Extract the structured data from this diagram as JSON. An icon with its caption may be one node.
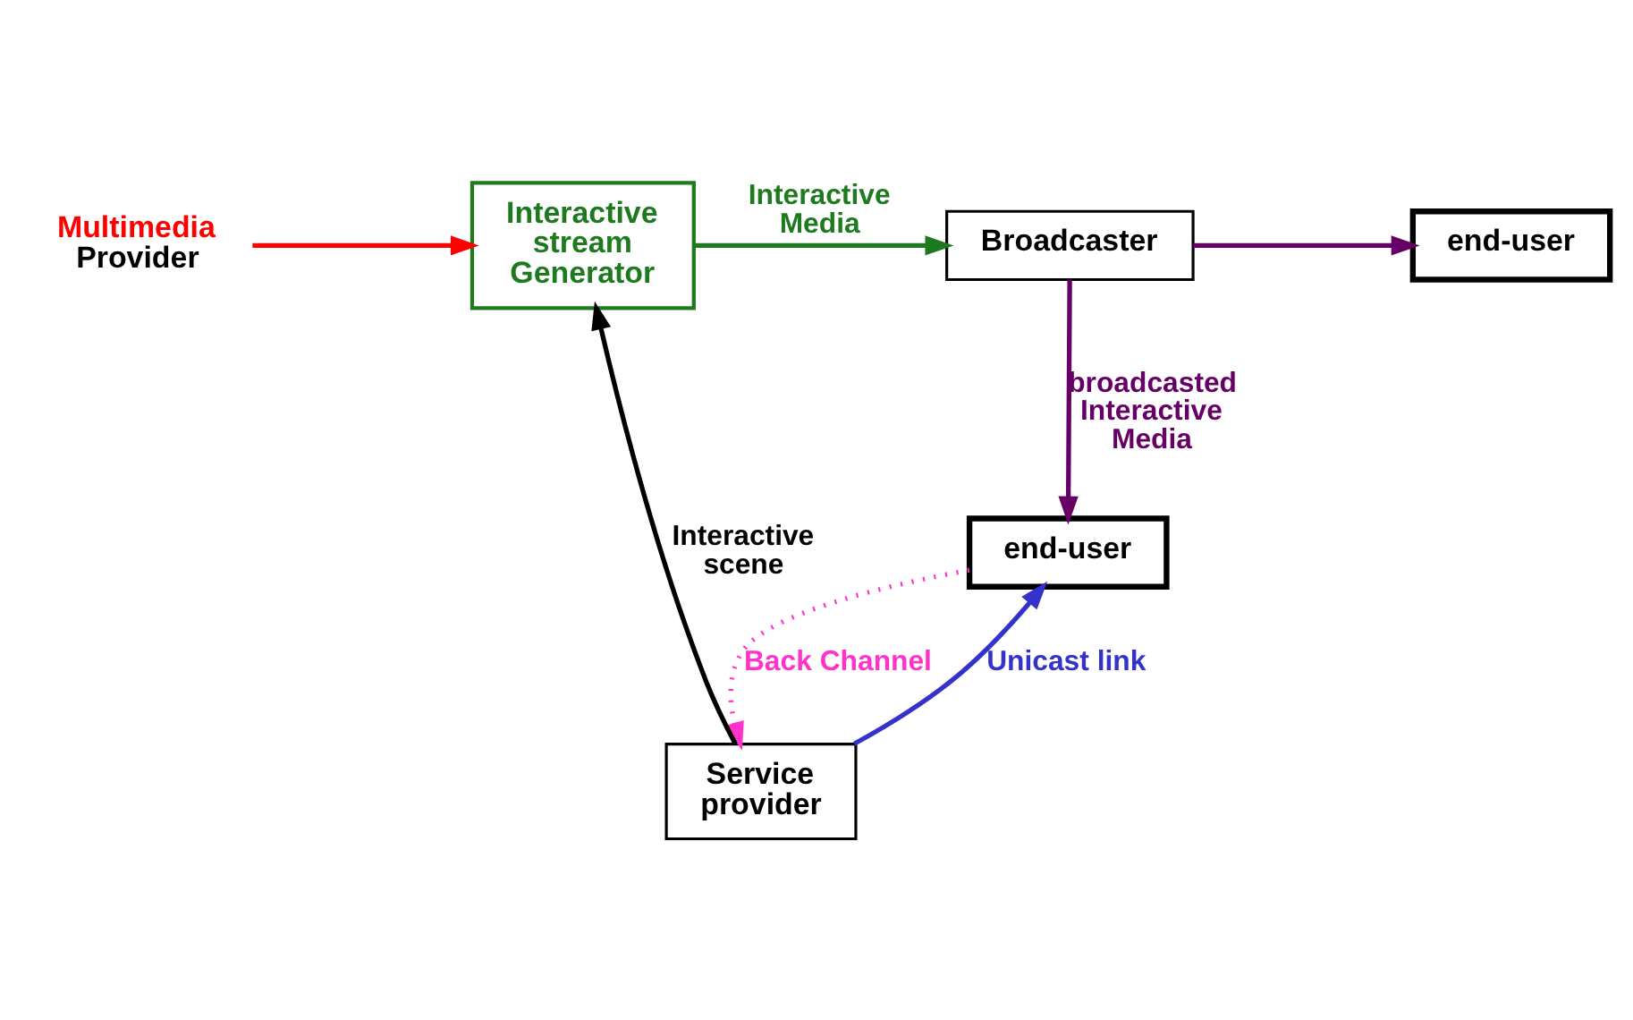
{
  "diagram": {
    "nodes": [
      {
        "text": [
          "Multimedia",
          "Provider"
        ]
      },
      {
        "text": [
          "Interactive stream Generator"
        ]
      },
      {
        "text": [
          "Broadcaster"
        ]
      },
      {
        "text": [
          "end-user"
        ]
      },
      {
        "text": [
          "end-user"
        ]
      },
      {
        "text": [
          "Service provider"
        ]
      }
    ],
    "edges": [
      {
        "from": 0,
        "to": 1,
        "arrow": "to",
        "color": "#ff0000"
      },
      {
        "from": 1,
        "to": 2,
        "arrow": "to",
        "label": "Interactive Media",
        "color": "#1e7a1e"
      },
      {
        "from": 2,
        "to": 3,
        "arrow": "to",
        "color": "#660066"
      },
      {
        "from": 2,
        "to": 4,
        "arrow": "to",
        "label": "broadcasted Interactive Media",
        "color": "#660066"
      },
      {
        "from": 5,
        "to": 1,
        "arrow": "to",
        "label": "Interactive scene",
        "color": "#000000"
      },
      {
        "from": 4,
        "to": 5,
        "arrow": "to",
        "label": "Back Channel",
        "style": "dashed",
        "color": "#ff33cc"
      },
      {
        "from": 5,
        "to": 4,
        "arrow": "to",
        "label": "Unicast link",
        "color": "#3333cc"
      }
    ]
  }
}
